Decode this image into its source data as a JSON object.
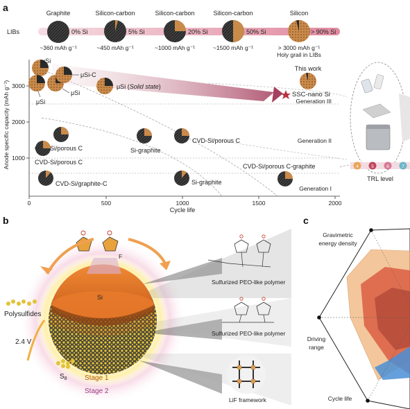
{
  "panel_a": {
    "label": "a",
    "top_row": {
      "row_label": "LIBs",
      "materials": [
        {
          "name": "Graphite",
          "si": "0% Si",
          "capacity": "~360 mAh g⁻¹"
        },
        {
          "name": "Silicon-carbon",
          "si": "5% Si",
          "capacity": "~450 mAh g⁻¹"
        },
        {
          "name": "Silicon-carbon",
          "si": "20% Si",
          "capacity": "~1000 mAh g⁻¹"
        },
        {
          "name": "Silicon-carbon",
          "si": "50% Si",
          "capacity": "~1500 mAh g⁻¹"
        },
        {
          "name": "Silicon",
          "si": "> 90% Si",
          "capacity": "> 3000 mAh g⁻¹"
        }
      ],
      "holy_grail": "Holy grail in LIBs"
    },
    "chart": {
      "ylabel": "Anode specific capacity (mAh g⁻¹)",
      "xlabel": "Cycle life",
      "xticks": [
        "0",
        "500",
        "1000",
        "1500",
        "2000"
      ],
      "yticks": [
        "1000",
        "2000",
        "3000"
      ],
      "points": {
        "usi_1": "μSi",
        "usi_c": "μSi-C",
        "usi_2": "μSi",
        "usi_3": "μSi",
        "usi_solid": "μSi (",
        "usi_solid_italic": "Solid state",
        "usi_solid_end": ")",
        "this_work": "This work",
        "ssc": "SSC-nano Si",
        "cvd_porous_1": "CVD-Si/porous C",
        "cvd_porous_2": "CVD-Si/porous C",
        "cvd_porous_3": "CVD-Si/porous C",
        "si_graphite_1": "Si-graphite",
        "si_graphite_2": "Si-graphite",
        "cvd_graphite_c": "CVD-Si/graphite-C",
        "cvd_porous_c_graphite": "CVD-Si/porous C-graphite"
      },
      "generations": [
        "Generation III",
        "Generation II",
        "Generation I"
      ],
      "trl_label": "TRL level",
      "trl_steps": [
        "4",
        "5",
        "6",
        "7"
      ]
    }
  },
  "panel_b": {
    "label": "b",
    "si_label": "Si",
    "f_label": "F",
    "polysulfides": "Polysulfides",
    "voltage": "2.4 V",
    "s8": "S",
    "s8_sub": "8",
    "stage1": "Stage 1",
    "stage2": "Stage 2",
    "polymer1": "Sulfurized PEO-like polymer",
    "polymer2": "Sulfurized PEO-like polymer",
    "lif": "LiF framework"
  },
  "panel_c": {
    "label": "c",
    "axes": [
      "Gravimetric",
      "energy density",
      "Driving",
      "range",
      "Cycle life"
    ]
  },
  "colors": {
    "pink_band": "#e9aab5",
    "pink_arrow": "#b14a67",
    "orange_si": "#e3772b",
    "radar_orange": "#f0b57a",
    "radar_red": "#d9573f",
    "radar_blue": "#4a8fd6"
  }
}
